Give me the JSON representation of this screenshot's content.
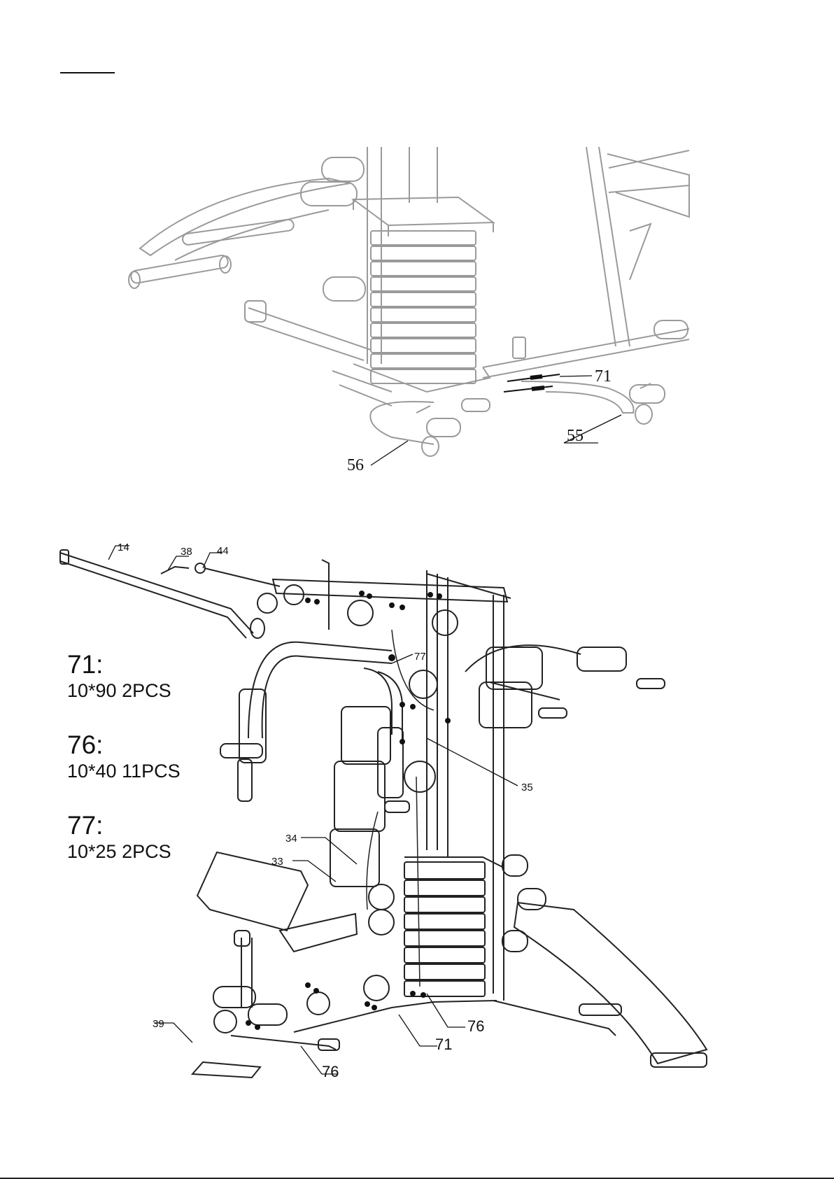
{
  "figure_top": {
    "callouts": {
      "c71": "71",
      "c55": "55",
      "c56": "56"
    }
  },
  "figure_bottom": {
    "callouts": {
      "c14": "14",
      "c38": "38",
      "c44": "44",
      "c77": "77",
      "c35": "35",
      "c34": "34",
      "c33": "33",
      "c39": "39",
      "c76a": "76",
      "c71": "71",
      "c76b": "76"
    }
  },
  "hardware_legend": [
    {
      "id": "71:",
      "spec": "10*90 2PCS"
    },
    {
      "id": "76:",
      "spec": "10*40 11PCS"
    },
    {
      "id": "77:",
      "spec": "10*25 2PCS"
    }
  ],
  "colors": {
    "line": "#222222",
    "light_line": "#9a9a9a",
    "background": "#ffffff"
  }
}
